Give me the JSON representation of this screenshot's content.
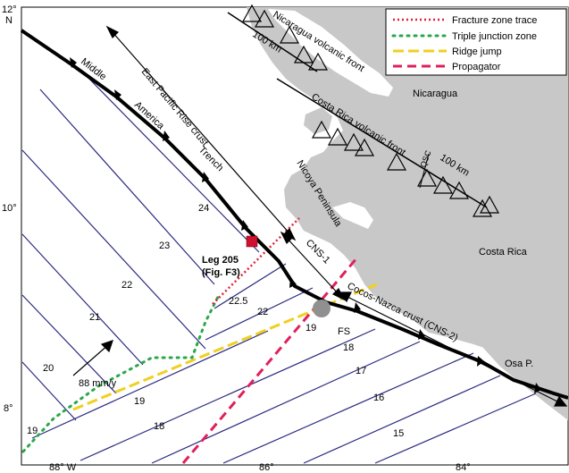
{
  "coords": {
    "lat_12": "12°",
    "lat_n": "N",
    "lat_10": "10°",
    "lat_8": "8°",
    "lon_88": "88° W",
    "lon_86": "86°",
    "lon_84": "84°"
  },
  "legend": {
    "fracture": "Fracture zone trace",
    "triple": "Triple junction zone",
    "ridge": "Ridge jump",
    "propagator": "Propagator"
  },
  "labels": {
    "nicaragua_front": "Nicaragua volcanic front",
    "km100_a": "100 km",
    "km100_b": "100 km",
    "nicaragua": "Nicaragua",
    "cr_front": "Costa Rica volcanic front",
    "qsc": "QSC",
    "costa_rica": "Costa Rica",
    "nicoya": "Nicoya Peninsula",
    "osa": "Osa P.",
    "epr": "East Pacific Rise crust",
    "middle": "Middle",
    "america": "America",
    "trench": "Trench",
    "cns1": "CNS-1",
    "cns2": "Cocos-Nazca crust (CNS-2)",
    "leg205": "Leg 205",
    "figf3": "(Fig. F3)",
    "fs": "FS",
    "rate": "88 mm/y"
  },
  "isochrons": {
    "i24": "24",
    "i23": "23",
    "i22a": "22",
    "i22b": "22",
    "i225": "22.5",
    "i21": "21",
    "i20": "20",
    "i19a": "19",
    "i19b": "19",
    "i19c": "19",
    "i18a": "18",
    "i18b": "18",
    "i17": "17",
    "i16": "16",
    "i15": "15"
  },
  "colors": {
    "land": "#c8c8c8",
    "isochron": "#2a2a80",
    "fracture": "#e0203a",
    "triple": "#2aa84a",
    "ridge": "#f0d020",
    "propagator": "#e0205a",
    "site": "#d01030"
  }
}
